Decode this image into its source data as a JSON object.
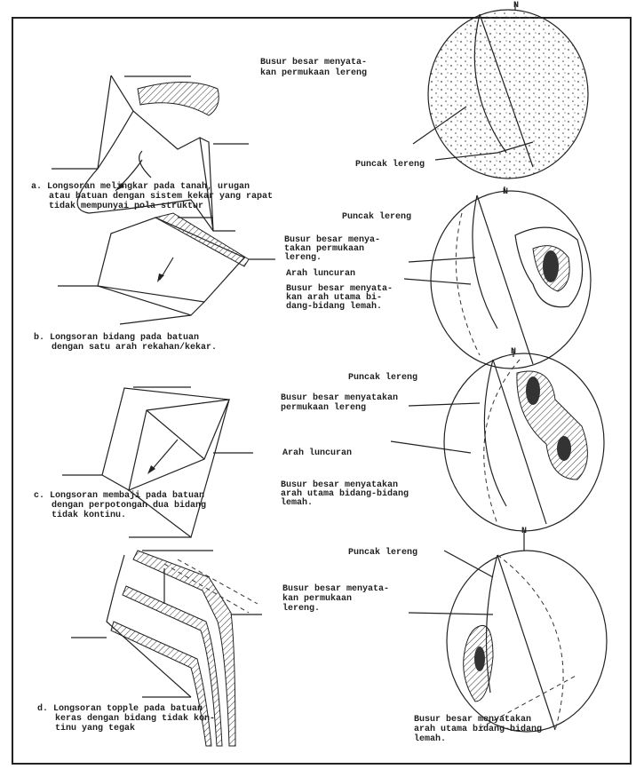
{
  "north_label": "N",
  "panels": [
    {
      "id": "a",
      "caption": [
        "a. Longsoran melingkar pada tanah, urugan",
        "atau batuan dengan sistem kekar yang rapat",
        "tidak mempunyai pola struktur"
      ],
      "labels": {
        "slope_face": [
          "Busur besar menyata-",
          "kan permukaan lereng"
        ],
        "slope_crest": [
          "Puncak lereng"
        ]
      }
    },
    {
      "id": "b",
      "caption": [
        "b. Longsoran bidang pada batuan",
        "dengan satu arah rekahan/kekar."
      ],
      "labels": {
        "slope_crest": [
          "Puncak lereng"
        ],
        "slope_face": [
          "Busur besar menya-",
          "takan permukaan",
          "lereng."
        ],
        "slide_direction": [
          "Arah luncuran"
        ],
        "weak_planes": [
          "Busur besar menyata-",
          "kan arah utama bi-",
          "dang-bidang lemah."
        ]
      }
    },
    {
      "id": "c",
      "caption": [
        "c. Longsoran membaji pada batuan",
        "dengan perpotongan dua bidang",
        "tidak kontinu."
      ],
      "labels": {
        "slope_crest": [
          "Puncak lereng"
        ],
        "slope_face": [
          "Busur besar menyatakan",
          "permukaan lereng"
        ],
        "slide_direction": [
          "Arah luncuran"
        ],
        "weak_planes": [
          "Busur besar menyatakan",
          "arah utama bidang-bidang",
          "lemah."
        ]
      }
    },
    {
      "id": "d",
      "caption": [
        "d. Longsoran topple pada batuan",
        "keras dengan bidang tidak kon-",
        "tinu yang tegak"
      ],
      "labels": {
        "slope_crest": [
          "Puncak lereng"
        ],
        "slope_face": [
          "Busur besar menyata-",
          "kan permukaan",
          "lereng."
        ],
        "weak_planes": [
          "Busur besar menyatakan",
          "arah utama bidang-bidang",
          "lemah."
        ]
      }
    }
  ]
}
